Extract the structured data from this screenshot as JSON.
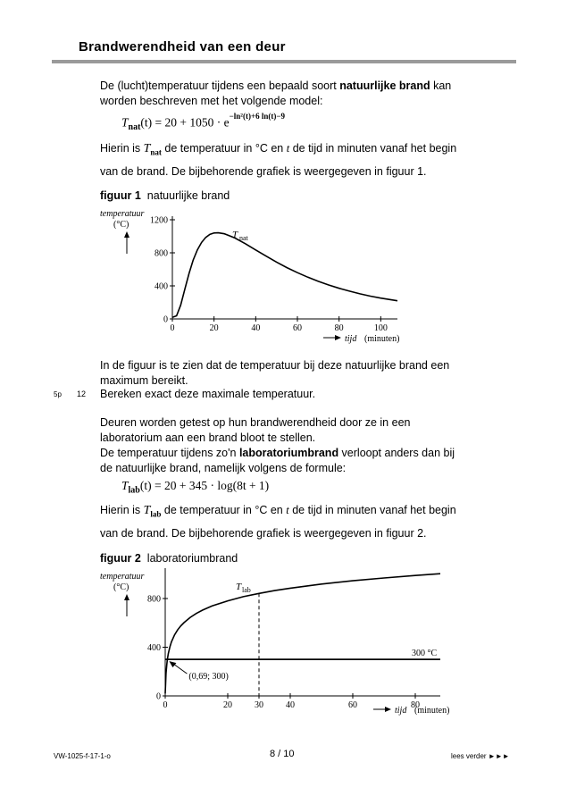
{
  "header": {
    "title": "Brandwerendheid van een deur"
  },
  "intro": {
    "line1_pre": "De (lucht)temperatuur tijdens een bepaald soort ",
    "line1_bold": "natuurlijke brand",
    "line1_post": " kan",
    "line2": "worden beschreven met het volgende model:"
  },
  "formula1": {
    "lhs": "T",
    "sub": "nat",
    "arg": "(t) = 20 + 1050 · e",
    "exp": "−ln²(t)+6 ln(t)−9"
  },
  "explain1": {
    "a": "Hierin is ",
    "t": "T",
    "sub": "nat",
    "b": " de temperatuur in °C en ",
    "tt": "t",
    "c": " de tijd in minuten vanaf het begin",
    "line2": "van de brand. De bijbehorende grafiek is weergegeven in figuur 1."
  },
  "figure1": {
    "label": "figuur 1",
    "caption": "natuurlijke brand"
  },
  "after_fig1": {
    "line1": "In de figuur is te zien dat de temperatuur bij deze natuurlijke brand een",
    "line2": "maximum bereikt."
  },
  "question": {
    "points": "5p",
    "number": "12",
    "text": "Bereken exact deze maximale temperatuur."
  },
  "lab_intro": {
    "line1": "Deuren worden getest op hun brandwerendheid door ze in een",
    "line2": "laboratorium aan een brand bloot te stellen.",
    "line3_pre": "De temperatuur tijdens zo'n ",
    "line3_bold": "laboratoriumbrand",
    "line3_post": " verloopt anders dan bij",
    "line4": "de natuurlijke brand, namelijk volgens de formule:"
  },
  "formula2": {
    "lhs": "T",
    "sub": "lab",
    "arg": "(t) = 20 + 345 · log(8t + 1)"
  },
  "explain2": {
    "a": "Hierin is ",
    "t": "T",
    "sub": "lab",
    "b": " de temperatuur in °C en ",
    "tt": "t",
    "c": " de tijd in minuten vanaf het begin",
    "line2": "van de brand. De bijbehorende grafiek is weergegeven in figuur 2."
  },
  "figure2": {
    "label": "figuur 2",
    "caption": "laboratoriumbrand"
  },
  "footer": {
    "code": "VW-1025-f-17-1-o",
    "page": "8 / 10",
    "next": "lees verder ►►►"
  },
  "chart_data": [
    {
      "type": "line",
      "title": "",
      "ylabel": "temperatuur",
      "yunit": "(°C)",
      "xlabel": "tijd",
      "xunit": "(minuten)",
      "xlim": [
        0,
        108
      ],
      "ylim": [
        0,
        1200
      ],
      "xticks": [
        0,
        20,
        40,
        60,
        80,
        100
      ],
      "yticks": [
        0,
        400,
        800,
        1200
      ],
      "series": [
        {
          "name": "T_nat",
          "label": "T",
          "label_sub": "nat",
          "x": [
            0,
            2,
            4,
            6,
            8,
            10,
            12,
            14,
            16,
            18,
            20,
            22,
            25,
            30,
            35,
            40,
            45,
            50,
            55,
            60,
            65,
            70,
            75,
            80,
            85,
            90,
            95,
            100,
            108
          ],
          "y": [
            20,
            38,
            166,
            361,
            551,
            712,
            836,
            925,
            986,
            1023,
            1040,
            1042,
            1030,
            980,
            910,
            835,
            760,
            688,
            621,
            560,
            505,
            455,
            411,
            371,
            336,
            304,
            276,
            252,
            220
          ]
        }
      ]
    },
    {
      "type": "line",
      "title": "",
      "ylabel": "temperatuur",
      "yunit": "(°C)",
      "xlabel": "tijd",
      "xunit": "(minuten)",
      "xlim": [
        0,
        88
      ],
      "ylim": [
        0,
        1020
      ],
      "xticks": [
        0,
        20,
        30,
        40,
        60,
        80
      ],
      "yticks": [
        0,
        400,
        800
      ],
      "series": [
        {
          "name": "T_lab",
          "label": "T",
          "label_sub": "lab",
          "x": [
            0,
            0.25,
            0.5,
            0.69,
            1,
            1.5,
            2,
            3,
            4,
            5,
            6,
            8,
            10,
            12,
            15,
            20,
            25,
            30,
            35,
            40,
            50,
            60,
            70,
            80,
            88
          ],
          "y": [
            20,
            185,
            260,
            300,
            349,
            404,
            445,
            502,
            544,
            576,
            602,
            645,
            678,
            705,
            739,
            781,
            815,
            842,
            865,
            885,
            919,
            946,
            969,
            989,
            1004
          ]
        },
        {
          "name": "300 °C",
          "x": [
            0,
            88
          ],
          "y": [
            300,
            300
          ]
        }
      ],
      "annotations": [
        {
          "text": "300 °C"
        },
        {
          "text": "(0,69; 300)",
          "x": 0.69,
          "y": 300
        },
        {
          "text": "",
          "x": 30,
          "y": 842,
          "style": "dashed-vertical"
        }
      ]
    }
  ]
}
